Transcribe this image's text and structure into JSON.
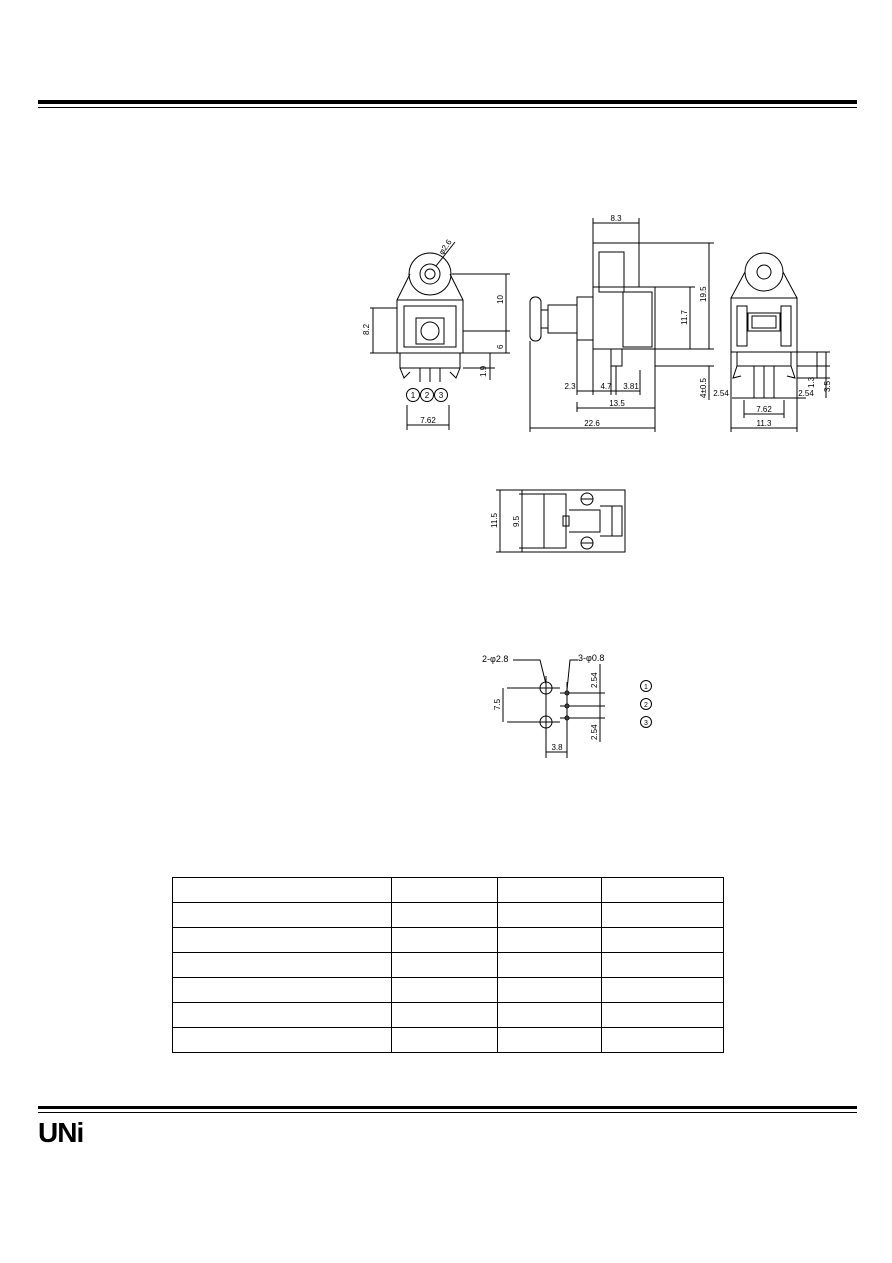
{
  "header": {},
  "logo": {
    "text": "UNi"
  },
  "drawing_front": {
    "dim_diameter": "φ2.6",
    "dim_width": "8.2",
    "dim_10": "10",
    "dim_6": "6",
    "dim_1_9": "1.9",
    "dim_pitch": "7.62",
    "pins": [
      "1",
      "2",
      "3"
    ]
  },
  "drawing_side": {
    "dim_8_3": "8.3",
    "dim_19_5": "19.5",
    "dim_11_7": "11.7",
    "dim_2_3": "2.3",
    "dim_4_7": "4.7",
    "dim_3_81": "3.81",
    "dim_13_5": "13.5",
    "dim_22_6": "22.6",
    "dim_4_05": "4±0.5"
  },
  "drawing_rear": {
    "dim_1_3": "1.3",
    "dim_3_5": "3.5",
    "dim_2_54_left": "2.54",
    "dim_2_54_right": "2.54",
    "dim_7_62": "7.62",
    "dim_11_3": "11.3"
  },
  "drawing_top": {
    "dim_11_5": "11.5",
    "dim_9_5": "9.5"
  },
  "footprint": {
    "label_holes": "2-φ2.8",
    "label_pins": "3-φ0.8",
    "dim_2_54_top": "2.54",
    "dim_7_5": "7.5",
    "dim_2_54_bottom": "2.54",
    "dim_3_8": "3.8",
    "pin_legend": [
      "1",
      "2",
      "3"
    ]
  },
  "table": {
    "rows": [
      [
        "",
        "",
        "",
        ""
      ],
      [
        "",
        "",
        "",
        ""
      ],
      [
        "",
        "",
        "",
        ""
      ],
      [
        "",
        "",
        "",
        ""
      ],
      [
        "",
        "",
        "",
        ""
      ],
      [
        "",
        "",
        "",
        ""
      ],
      [
        "",
        "",
        "",
        ""
      ]
    ]
  }
}
